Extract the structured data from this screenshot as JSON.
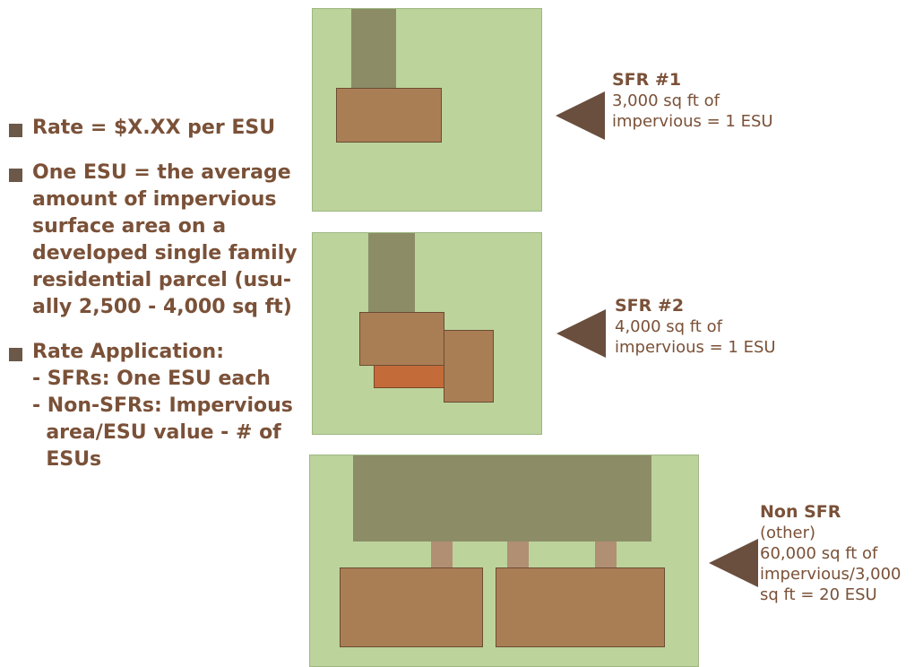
{
  "bullets": {
    "rate": "Rate = $X.XX per ESU",
    "esu_definition": [
      "One ESU = the average",
      "amount of impervious",
      "surface area on a",
      "developed single family",
      "residential parcel (usu-",
      "ally 2,500 - 4,000 sq ft)"
    ],
    "application_title": "Rate Application:",
    "application_items": [
      "- SFRs: One ESU each",
      "- Non-SFRs: Impervious",
      "  area/ESU value - # of",
      "  ESUs"
    ]
  },
  "parcels": {
    "sfr1": {
      "title": "SFR #1",
      "lines": [
        "3,000 sq ft of",
        "impervious = 1 ESU"
      ]
    },
    "sfr2": {
      "title": "SFR #2",
      "lines": [
        "4,000 sq ft of",
        "impervious = 1 ESU"
      ]
    },
    "nonsfr": {
      "title": "Non SFR",
      "lines": [
        "(other)",
        "60,000 sq ft of",
        "impervious/3,000",
        "sq ft = 20 ESU"
      ]
    }
  },
  "colors": {
    "text": "#7a5138",
    "lawn": "#bcd39c",
    "driveway": "#8c8c67",
    "building": "#aa7e55",
    "garage": "#c36c3a",
    "arrow": "#6a4e3e"
  }
}
